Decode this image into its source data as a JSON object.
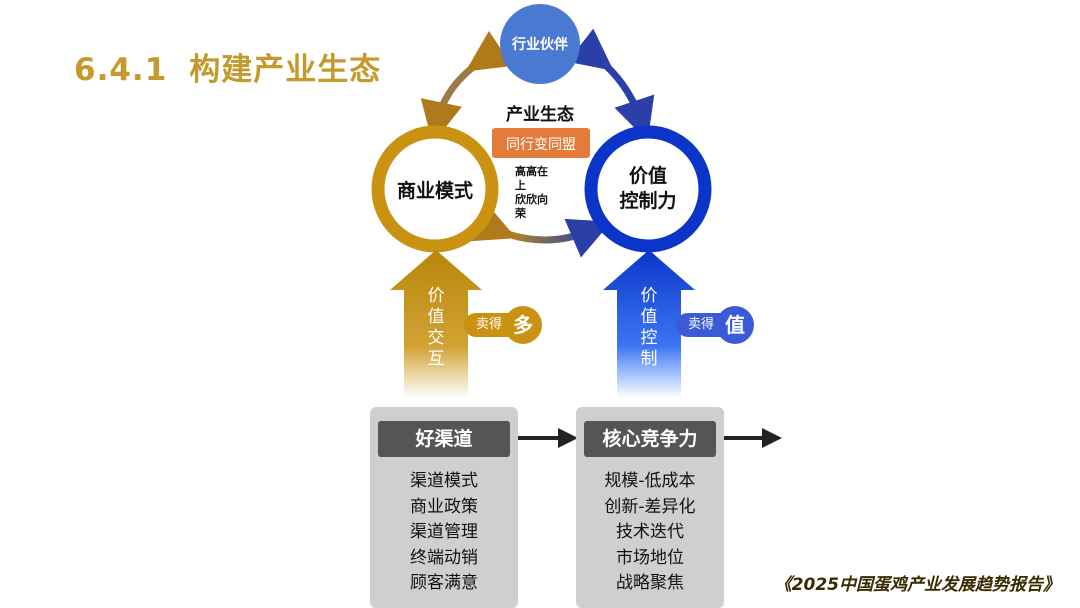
{
  "title": {
    "number": "6.4.1",
    "text": "构建产业生态"
  },
  "center": {
    "label": "产业生态",
    "tag": "同行变同盟",
    "small_text": [
      "高高在",
      "上",
      "欣欣向",
      "荣"
    ]
  },
  "nodes": {
    "partners": "行业伙伴",
    "business_model": "商业模式",
    "value_control": [
      "价值",
      "控制力"
    ]
  },
  "arrows": {
    "left": {
      "chars": [
        "价",
        "值",
        "交",
        "互"
      ],
      "badge_pill": "卖得",
      "badge_dot": "多"
    },
    "right": {
      "chars": [
        "价",
        "值",
        "控",
        "制"
      ],
      "badge_pill": "卖得",
      "badge_dot": "值"
    }
  },
  "panels": {
    "left": {
      "header": "好渠道",
      "items": [
        "渠道模式",
        "商业政策",
        "渠道管理",
        "终端动销",
        "顾客满意"
      ]
    },
    "right": {
      "header": "核心竞争力",
      "items": [
        "规模-低成本",
        "创新-差异化",
        "技术迭代",
        "市场地位",
        "战略聚焦"
      ]
    }
  },
  "footer": "《2025中国蛋鸡产业发展趋势报告》",
  "colors": {
    "gold": "#c99210",
    "blue": "#0b35c8",
    "partner_blue": "#4a79d1",
    "tag_orange": "#e47b3b",
    "panel_gray": "#cfcfcf",
    "header_gray": "#555555"
  }
}
